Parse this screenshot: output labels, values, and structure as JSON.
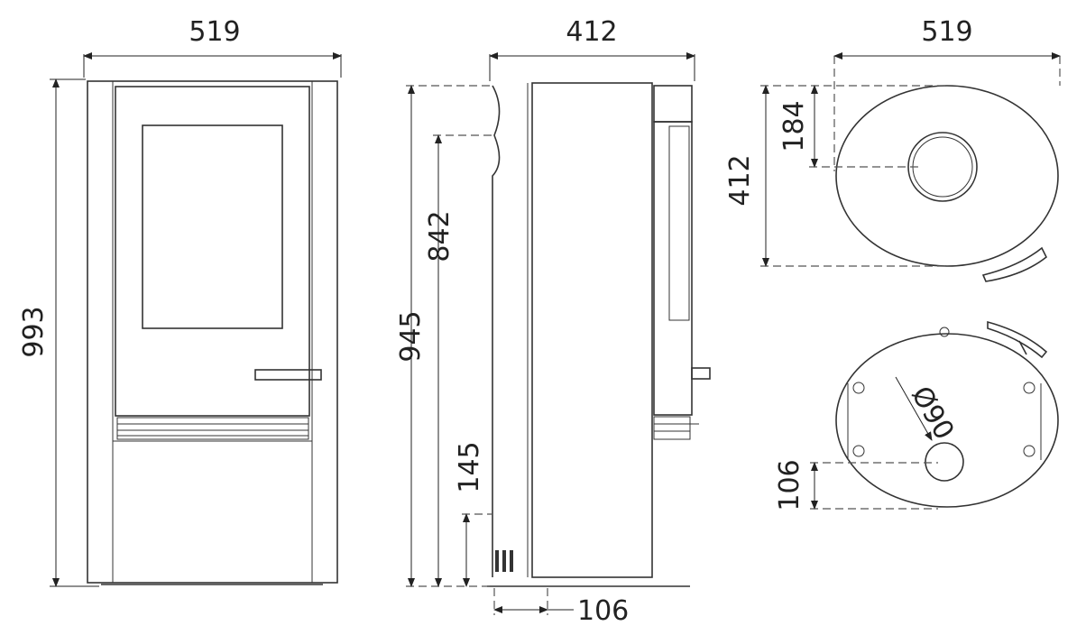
{
  "front_view": {
    "width": "519",
    "height": "993"
  },
  "side_view": {
    "depth": "412",
    "total_height": "945",
    "outlet_height": "842",
    "inlet_height": "145",
    "inlet_offset": "106"
  },
  "top_view": {
    "width": "519",
    "depth": "412",
    "outlet_offset": "184"
  },
  "bottom_view": {
    "inlet_diameter": "Ø90",
    "inlet_offset": "106"
  }
}
